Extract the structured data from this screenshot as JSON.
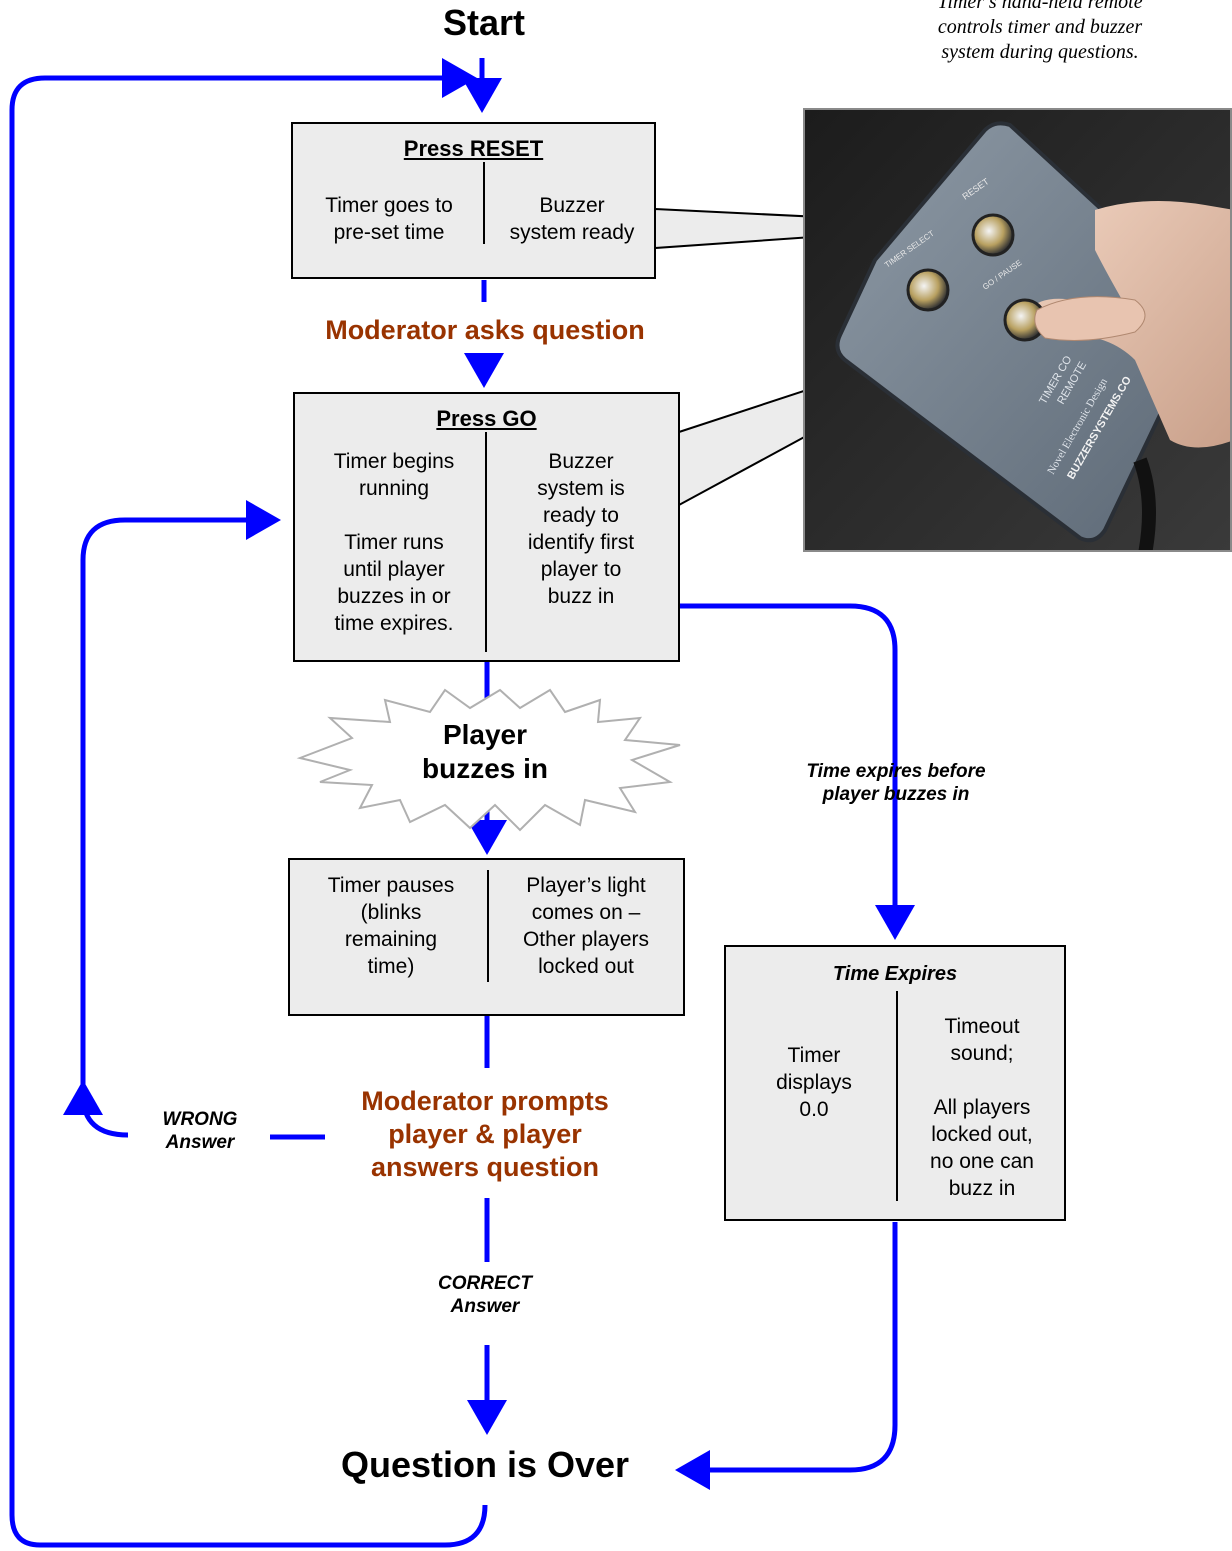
{
  "start_label": "Start",
  "end_label": "Question is Over",
  "caption": {
    "line1": "Timer’s hand-held remote",
    "line2": "controls timer and buzzer",
    "line3": "system during questions."
  },
  "reset_box": {
    "title": "Press RESET",
    "left_line1": "Timer goes to",
    "left_line2": "pre-set  time",
    "right_line1": "Buzzer",
    "right_line2": "system ready"
  },
  "moderator_asks": "Moderator asks question",
  "go_box": {
    "title": "Press GO",
    "left_lines": [
      "Timer begins",
      "running",
      "",
      "Timer runs",
      "until player",
      "buzzes in or",
      "time expires."
    ],
    "right_lines": [
      "Buzzer",
      "system is",
      "ready to",
      "identify first",
      "player to",
      "buzz in"
    ]
  },
  "buzz_burst": {
    "line1": "Player",
    "line2": "buzzes in"
  },
  "pause_box": {
    "left_lines": [
      "Timer pauses",
      "(blinks",
      "remaining",
      "time)"
    ],
    "right_lines": [
      "Player’s light",
      "comes on –",
      "Other players",
      "locked out"
    ]
  },
  "moderator_prompts": {
    "line1": "Moderator prompts",
    "line2": "player & player",
    "line3": "answers question"
  },
  "wrong_answer": {
    "line1": "WRONG",
    "line2": "Answer"
  },
  "correct_answer": {
    "line1": "CORRECT",
    "line2": "Answer"
  },
  "time_expires_label": {
    "line1": "Time expires before",
    "line2": "player buzzes in"
  },
  "expire_box": {
    "title": "Time Expires",
    "left_lines": [
      "Timer",
      "displays",
      "0.0"
    ],
    "right_lines": [
      "Timeout",
      "sound;",
      "",
      "All players",
      "locked out,",
      "no one can",
      "buzz in"
    ]
  },
  "remote_photo": {
    "reset_label": "RESET",
    "timer_select_label": "TIMER SELECT",
    "go_pause_label": "GO / PAUSE",
    "brand_line1": "TIMER CO",
    "brand_line2": "REMOTE",
    "maker": "Novel Electronic Design",
    "site": "BUZZERSYSTEMS.CO"
  },
  "colors": {
    "arrow": "#0000ff",
    "moderator_text": "#993300",
    "box_fill": "#ececec"
  }
}
